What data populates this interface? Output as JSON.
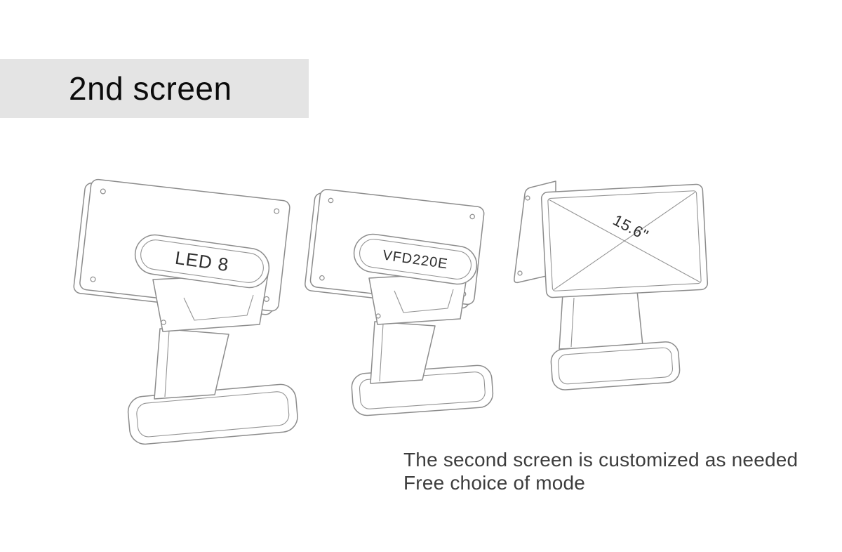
{
  "header": {
    "title": "2nd screen"
  },
  "devices": [
    {
      "label": "LED 8"
    },
    {
      "label": "VFD220E"
    },
    {
      "label": "15.6\""
    }
  ],
  "caption": {
    "line1": "The second screen is customized as needed",
    "line2": "Free choice of mode"
  },
  "colors": {
    "banner_bg": "#e4e4e4",
    "line_art": "#8c8c8c",
    "label_text": "#2e2e2e",
    "caption_text": "#3d3d3d"
  }
}
